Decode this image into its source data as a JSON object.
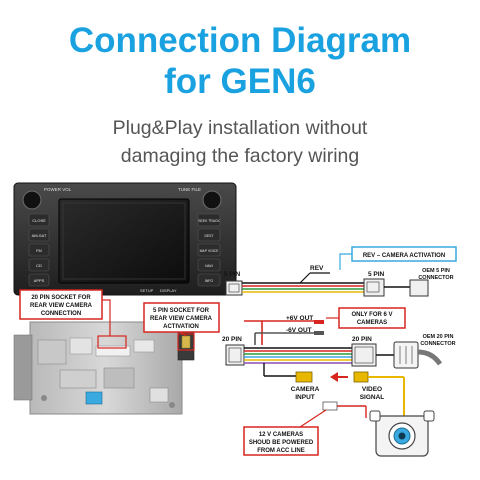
{
  "header": {
    "title_line1": "Connection Diagram",
    "title_line2": "for GEN6",
    "subtitle_line1": "Plug&Play installation without",
    "subtitle_line2": "damaging the factory wiring"
  },
  "head_unit": {
    "top_left_label": "POWER VOL",
    "top_right_label": "TUNE FILE",
    "left_buttons": [
      "CLOSE",
      "AM-SAT",
      "FM",
      "CD",
      "APPS"
    ],
    "right_buttons": [
      "SEEK TRACK",
      "DEST",
      "MAP VOICE",
      "NAVI",
      "INFO"
    ],
    "bottom_buttons": [
      "SETUP",
      "DISPLAY"
    ]
  },
  "callouts": {
    "rear_camera_socket": [
      "20 PIN SOCKET FOR",
      "REAR VIEW CAMERA",
      "CONNECTION"
    ],
    "rev_camera_socket": [
      "5 PIN SOCKET FOR",
      "REAR VIEW CAMERA",
      "ACTIVATION"
    ],
    "rev_activation": "REV – CAMERA ACTIVATION",
    "only_6v": [
      "ONLY FOR 6 V",
      "CAMERAS"
    ],
    "power_12v": [
      "12 V CAMERAS",
      "SHOUD BE POWERED",
      "FROM ACC LINE"
    ]
  },
  "wiring": {
    "five_pin_left": "5 PIN",
    "rev": "REV",
    "five_pin_right": "5 PIN",
    "oem_5pin": [
      "OEM 5 PIN",
      "CONNECTOR"
    ],
    "plus_6v": "+6V OUT",
    "minus_6v": "-6V OUT",
    "twenty_pin_left": "20 PIN",
    "twenty_pin_right": "20 PIN",
    "oem_20pin": [
      "OEM 20 PIN",
      "CONNECTOR"
    ],
    "camera_input": [
      "CAMERA",
      "INPUT"
    ],
    "video_signal": [
      "VIDEO",
      "SIGNAL"
    ]
  },
  "colors": {
    "accent": "#1aa1e0",
    "callout_red": "#d7261f",
    "callout_blue": "#39a9e0",
    "wire_yellow": "#e8b800"
  }
}
